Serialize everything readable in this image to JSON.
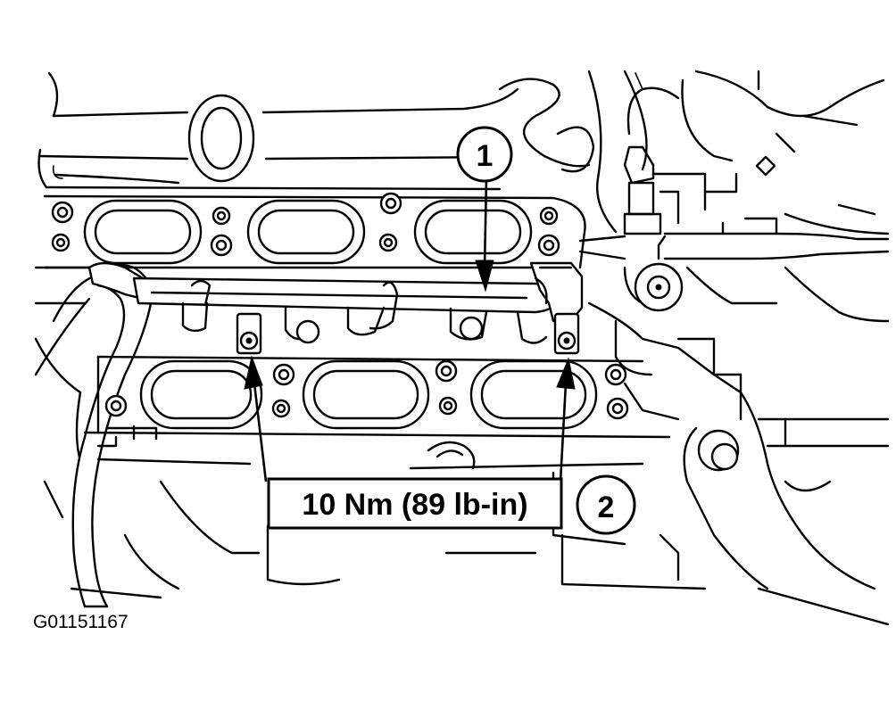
{
  "callouts": {
    "item1": "1",
    "item2": "2"
  },
  "torque_label": "10 Nm (89 lb-in)",
  "figure_id": "G01151167"
}
